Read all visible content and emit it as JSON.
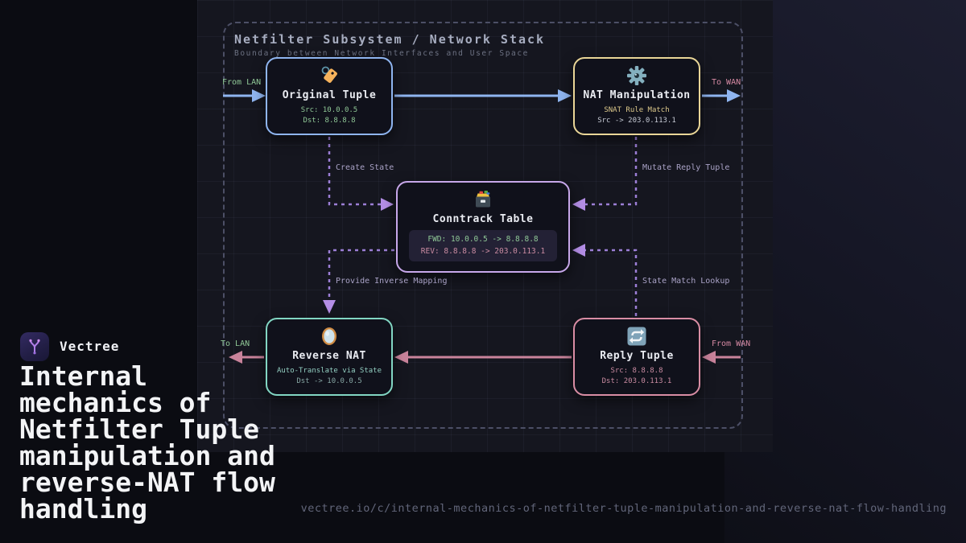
{
  "brand": {
    "name": "Vectree"
  },
  "headline": "Internal mechanics of Netfilter Tuple manipulation and reverse-NAT flow handling",
  "footer_url": "vectree.io/c/internal-mechanics-of-netfilter-tuple-manipulation-and-reverse-nat-flow-handling",
  "diagram": {
    "container": {
      "title": "Netfilter Subsystem / Network Stack",
      "subtitle": "Boundary between Network Interfaces and User Space"
    },
    "nodes": {
      "original_tuple": {
        "icon": "tag-icon",
        "title": "Original Tuple",
        "line1": "Src: 10.0.0.5",
        "line2": "Dst: 8.8.8.8",
        "border_color": "#8fb5f0"
      },
      "nat_manipulation": {
        "icon": "gear-icon",
        "title": "NAT Manipulation",
        "line1": "SNAT Rule Match",
        "line2": "Src -> 203.0.113.1",
        "border_color": "#e9d597"
      },
      "conntrack_table": {
        "icon": "card-box-icon",
        "title": "Conntrack Table",
        "fwd": "FWD: 10.0.0.5 -> 8.8.8.8",
        "rev": "REV: 8.8.8.8 -> 203.0.113.1",
        "border_color": "#c7a7ea"
      },
      "reverse_nat": {
        "icon": "mirror-icon",
        "title": "Reverse NAT",
        "line1": "Auto-Translate via State",
        "line2": "Dst -> 10.0.0.5",
        "border_color": "#82d6c3"
      },
      "reply_tuple": {
        "icon": "repeat-icon",
        "title": "Reply Tuple",
        "line1": "Src: 8.8.8.8",
        "line2": "Dst: 203.0.113.1",
        "border_color": "#d98da4"
      }
    },
    "edge_labels": {
      "from_lan": "From LAN",
      "to_wan": "To WAN",
      "create_state": "Create State",
      "mutate_reply_tuple": "Mutate Reply Tuple",
      "provide_inverse_mapping": "Provide Inverse Mapping",
      "state_match_lookup": "State Match Lookup",
      "to_lan": "To LAN",
      "from_wan": "From WAN"
    },
    "colors": {
      "flow_blue": "#8fb5f0",
      "flow_pink": "#c9839b",
      "dashed_purple": "#9c7ed6",
      "lan_green": "#8fc796",
      "wan_pink": "#d488a2",
      "edge_label_lavender": "#a9a2c6"
    }
  }
}
